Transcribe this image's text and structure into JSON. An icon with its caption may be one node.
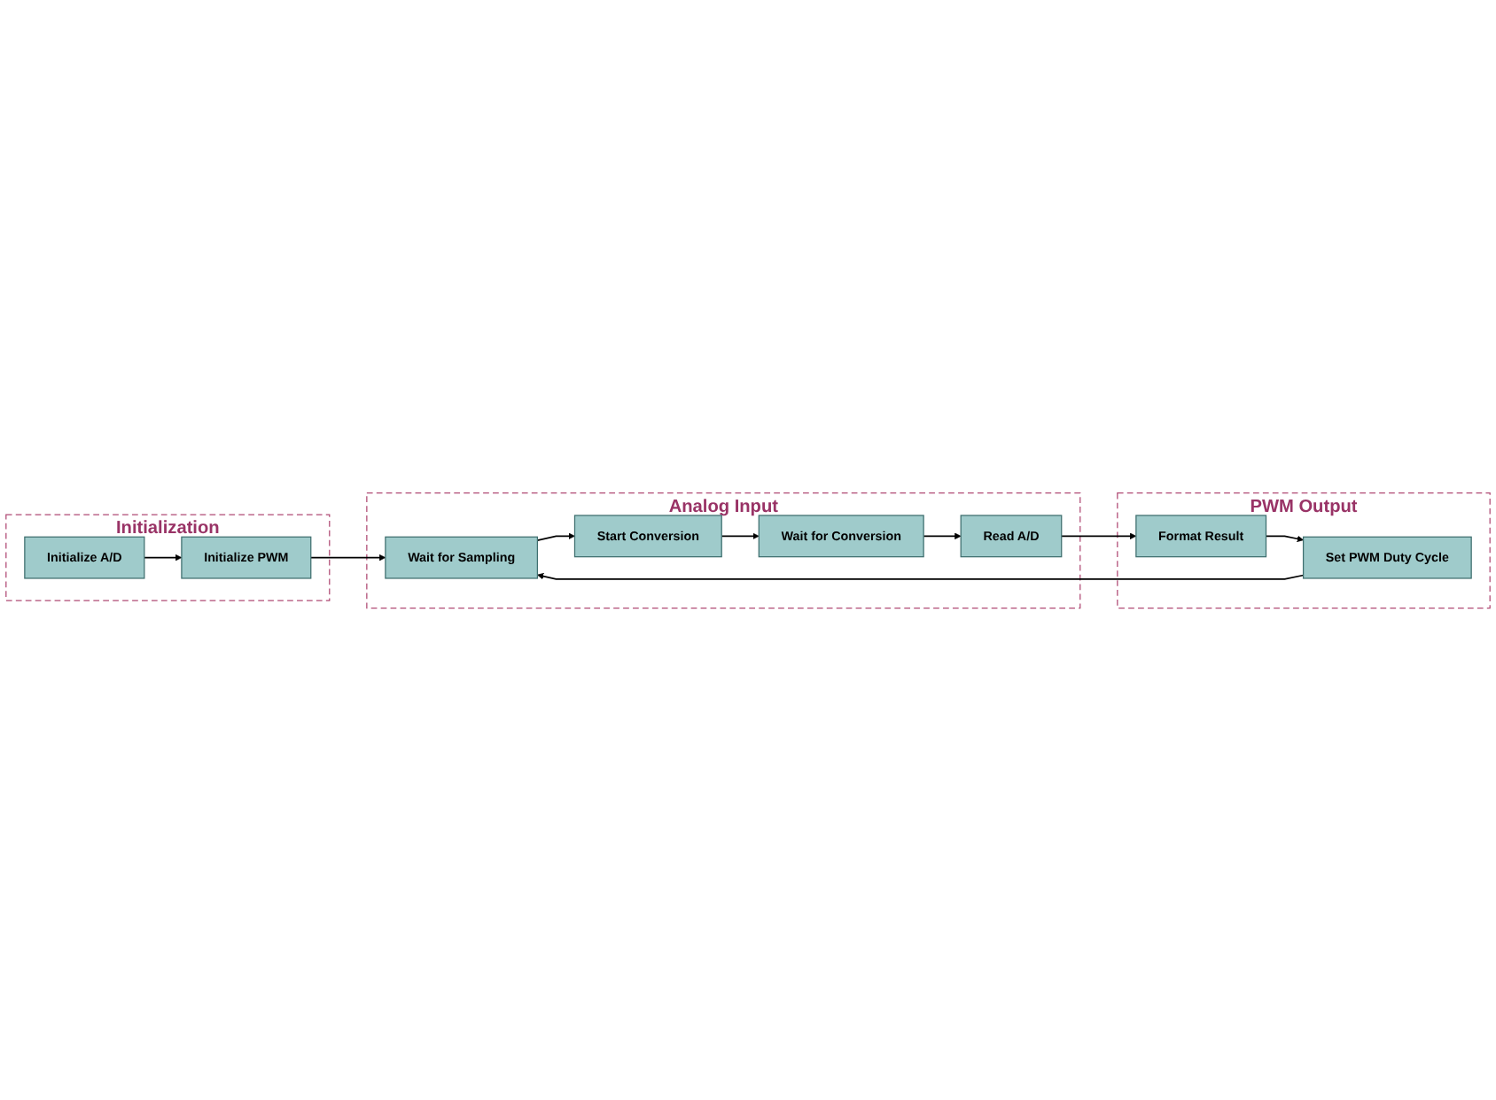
{
  "diagram": {
    "nodes": [
      {
        "text": [
          "Initialization"
        ]
      },
      {
        "text": [
          "Initialize A/D"
        ],
        "in": 0
      },
      {
        "text": [
          "Initialize PWM"
        ],
        "in": 0
      },
      {
        "text": [
          "Analog Input"
        ]
      },
      {
        "text": [
          "Wait for Sampling"
        ],
        "in": 3
      },
      {
        "text": [
          "Start Conversion"
        ],
        "in": 3
      },
      {
        "text": [
          "Wait for Conversion"
        ],
        "in": 3
      },
      {
        "text": [
          "Read A/D"
        ],
        "in": 3
      },
      {
        "text": [
          "PWM Output"
        ]
      },
      {
        "text": [
          "Format Result"
        ],
        "in": 8
      },
      {
        "text": [
          "Set PWM Duty Cycle"
        ],
        "in": 8
      }
    ],
    "edges": [
      {
        "from": 1,
        "to": 2,
        "arrow": "to"
      },
      {
        "from": 2,
        "to": 4,
        "arrow": "to"
      },
      {
        "from": 4,
        "to": 5,
        "arrow": "to"
      },
      {
        "from": 5,
        "to": 6,
        "arrow": "to"
      },
      {
        "from": 6,
        "to": 7,
        "arrow": "to"
      },
      {
        "from": 7,
        "to": 9,
        "arrow": "to"
      },
      {
        "from": 9,
        "to": 10,
        "arrow": "to"
      },
      {
        "from": 10,
        "to": 4,
        "arrow": "to"
      }
    ]
  }
}
